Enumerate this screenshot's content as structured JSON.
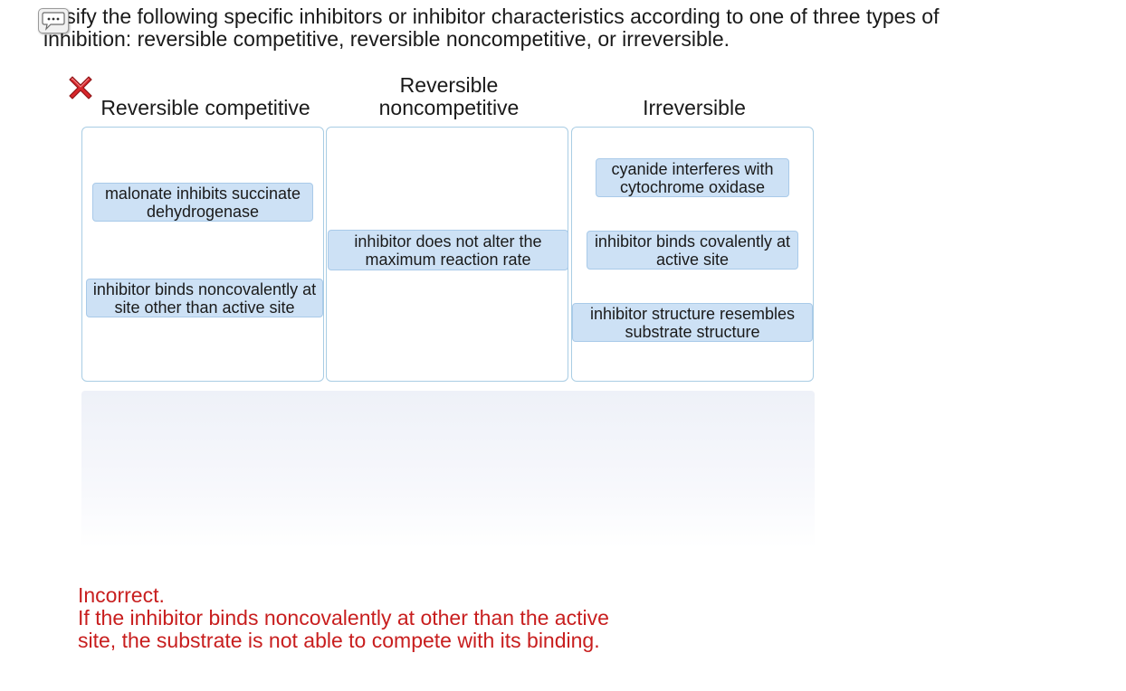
{
  "question": {
    "line1": "assify the following specific inhibitors or inhibitor characteristics according to one of three types of",
    "line2": "inhibition: reversible competitive, reversible noncompetitive, or irreversible."
  },
  "icons": {
    "chat": "speech-bubble-ellipsis-icon",
    "incorrect": "red-x-icon"
  },
  "columns": [
    {
      "label": "Reversible competitive",
      "items": [
        "malonate inhibits succinate dehydrogenase",
        "inhibitor binds noncovalently at site other than active site"
      ]
    },
    {
      "label_line1": "Reversible",
      "label_line2": "noncompetitive",
      "items": [
        "inhibitor does not alter the maximum reaction rate"
      ]
    },
    {
      "label": "Irreversible",
      "items": [
        "cyanide interferes with cytochrome oxidase",
        "inhibitor binds covalently at active site",
        "inhibitor structure resembles substrate structure"
      ]
    }
  ],
  "feedback": {
    "status": "Incorrect.",
    "line1": "If the inhibitor binds noncovalently at other than the active",
    "line2": "site, the substrate is not able to compete with its binding."
  },
  "colors": {
    "chip_bg": "#cde1f5",
    "zone_border": "#a9cde4",
    "feedback": "#c81e1e",
    "error_x": "#d9262b"
  }
}
